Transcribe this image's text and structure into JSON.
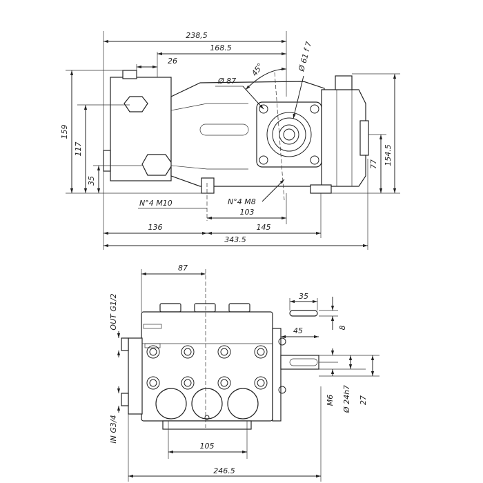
{
  "side_view": {
    "dims": {
      "overall_top": "238,5",
      "inner_top": "168.5",
      "offset_26": "26",
      "angle": "45°",
      "bore_87": "Ø 87",
      "bore_61": "Ø 61 f 7",
      "height_159": "159",
      "height_117": "117",
      "height_35": "35",
      "height_154": "154.5",
      "height_77": "77",
      "bolts_m10": "N°4  M10",
      "bolts_m8": "N°4  M8",
      "len_103": "103",
      "len_136": "136",
      "len_145": "145",
      "len_343": "343.5"
    }
  },
  "front_view": {
    "dims": {
      "width_87": "87",
      "key_35": "35",
      "key_8": "8",
      "shaft_45": "45",
      "outlet": "OUT G1/2",
      "inlet": "IN G3/4",
      "thread_m6": "M6",
      "shaft_dia": "Ø 24h7",
      "shaft_27": "27",
      "spacing_105": "105",
      "overall_246": "246.5"
    }
  }
}
